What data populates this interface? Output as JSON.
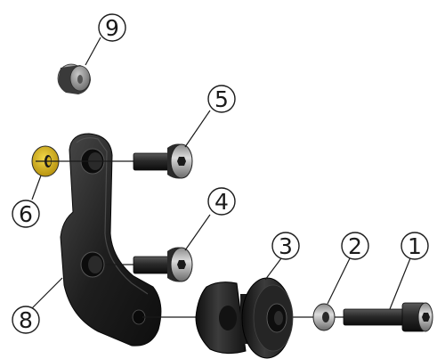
{
  "callouts": [
    {
      "id": "1",
      "label": "1"
    },
    {
      "id": "2",
      "label": "2"
    },
    {
      "id": "3",
      "label": "3"
    },
    {
      "id": "4",
      "label": "4"
    },
    {
      "id": "5",
      "label": "5"
    },
    {
      "id": "6",
      "label": "6"
    },
    {
      "id": "8",
      "label": "8"
    },
    {
      "id": "9",
      "label": "9"
    }
  ],
  "colors": {
    "part_dark": "#1c1c1c",
    "part_mid": "#3a3a3a",
    "metal_light": "#cfcfcf",
    "brass": "#d4b21e",
    "line": "#1a1a1a"
  }
}
